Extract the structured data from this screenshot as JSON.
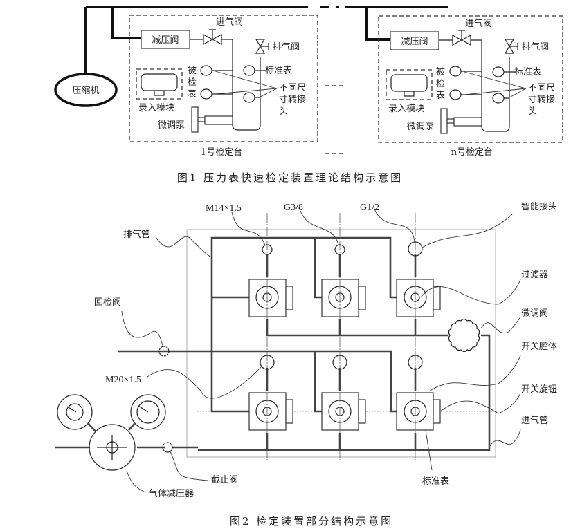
{
  "figure1": {
    "caption": "图1   压力表快速检定装置理论结构示意图",
    "compressor": "压缩机",
    "ellipsis": "---",
    "stations": [
      {
        "name": "1号检定台",
        "reducing_valve": "减压阀",
        "inlet_valve": "进气阀",
        "exhaust_valve": "排气阀",
        "gauge_under_test": [
          "被",
          "检",
          "表"
        ],
        "standard_gauge": "标准表",
        "adapter": [
          "不同尺",
          "寸转接",
          "头"
        ],
        "input_module": "录入模块",
        "fine_pump": "微调泵"
      },
      {
        "name": "n号检定台",
        "reducing_valve": "减压阀",
        "inlet_valve": "进气阀",
        "exhaust_valve": "排气阀",
        "gauge_under_test": [
          "被",
          "检",
          "表"
        ],
        "standard_gauge": "标准表",
        "adapter": [
          "不同尺",
          "寸转接",
          "头"
        ],
        "input_module": "录入模块",
        "fine_pump": "微调泵"
      }
    ]
  },
  "figure2": {
    "caption": "图2   检定装置部分结构示意图",
    "thread_labels": {
      "m14": "M14×1.5",
      "g38": "G3/8",
      "g12": "G1/2",
      "m20": "M20×1.5"
    },
    "labels": {
      "exhaust_pipe": "排气管",
      "check_valve": "回检阀",
      "smart_connector": "智能接头",
      "filter": "过滤器",
      "fine_valve": "微调阀",
      "switch_body": "开关腔体",
      "switch_knob": "开关旋钮",
      "inlet_pipe": "进气管",
      "standard_gauge": "标准表",
      "stop_valve": "截止阀",
      "gas_reducer": "气体减压器"
    }
  }
}
